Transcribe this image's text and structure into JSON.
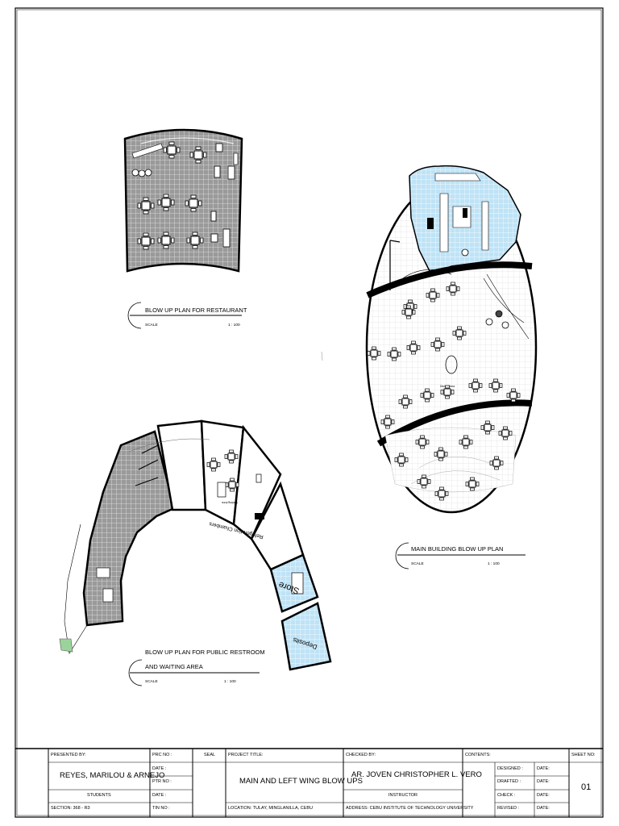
{
  "drawings": {
    "restaurant": {
      "title": "BLOW UP PLAN FOR RESTAURANT",
      "scale_label": "SCALE",
      "scale_value": "1 : 100"
    },
    "main_building": {
      "title": "MAIN BUILDING BLOW UP PLAN",
      "scale_label": "SCALE",
      "scale_value": "1 : 100",
      "room_labels": [
        "Dining Area"
      ]
    },
    "restroom": {
      "title_line1": "BLOW UP PLAN FOR PUBLIC RESTROOM",
      "title_line2": "AND WAITING AREA",
      "scale_label": "SCALE",
      "scale_value": "1 : 100",
      "room_labels": [
        "Refrigeration Chambers",
        "Store",
        "Deposits",
        "Waiting Area"
      ]
    }
  },
  "title_block": {
    "presented_by_label": "PRESENTED BY:",
    "presenters": "REYES, MARILOU & ARNEJO",
    "students_label": "STUDENTS",
    "section": "SECTION: 368 - R3",
    "prc_no": "PRC NO :",
    "date1": "DATE   :",
    "ptr_no": "PTR NO :",
    "date2": "DATE   :",
    "tin_no": "TIN NO :",
    "seal_label": "SEAL",
    "project_title_label": "PROJECT TITLE:",
    "project_title": "MAIN AND LEFT WING BLOW UPS",
    "location": "LOCATION: TULAY, MINGLANILLA, CEBU",
    "checked_by_label": "CHECKED BY:",
    "checker": "AR. JOVEN CHRISTOPHER L. VERO",
    "instructor_label": "INSTRUCTOR",
    "address": "ADDRESS: CEBU INSTITUTE OF TECHNOLOGY UNIVERSITY",
    "contents_label": "CONTENTS:",
    "designed": "DESIGNED :",
    "drafted": "DRAFTED  :",
    "check": "CHECK     :",
    "revised": "REVISED  :",
    "date_label": "DATE:",
    "sheet_no_label": "SHEET NO:",
    "sheet_no": "01"
  }
}
